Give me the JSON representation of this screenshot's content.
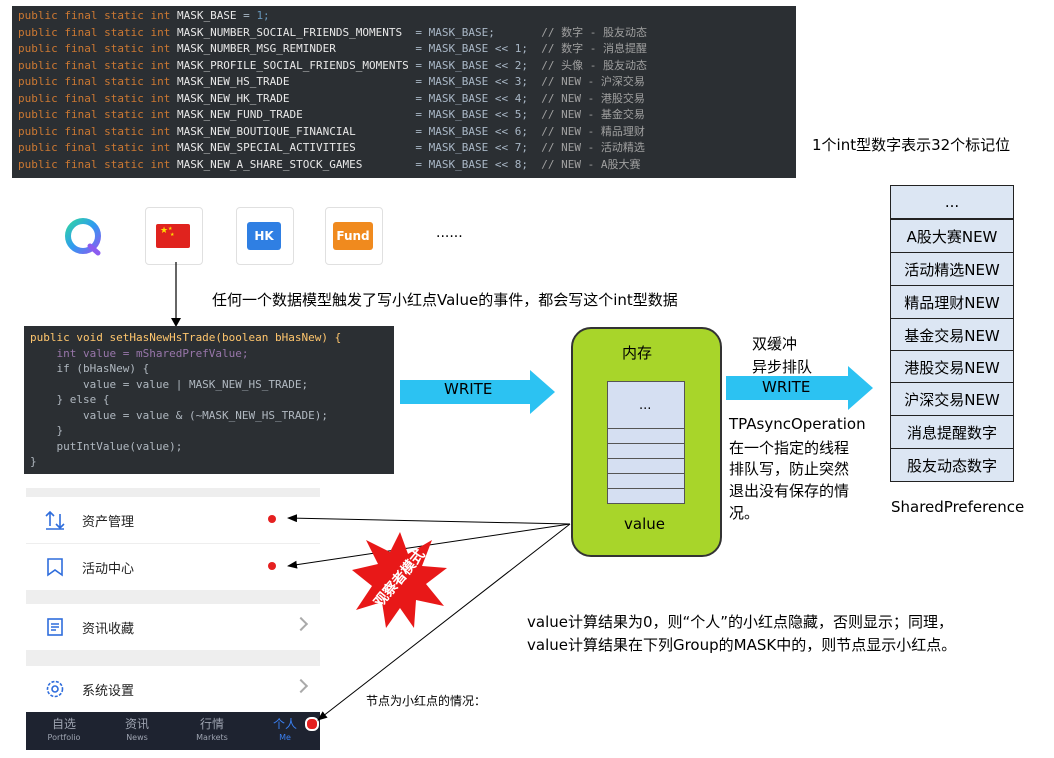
{
  "code_constants": [
    {
      "name": "MASK_BASE",
      "value": "1;",
      "comment": ""
    },
    {
      "name": "MASK_NUMBER_SOCIAL_FRIENDS_MOMENTS",
      "value": "MASK_BASE;",
      "comment": "// 数字 - 股友动态"
    },
    {
      "name": "MASK_NUMBER_MSG_REMINDER",
      "value": "MASK_BASE << 1;",
      "comment": "// 数字 - 消息提醒"
    },
    {
      "name": "MASK_PROFILE_SOCIAL_FRIENDS_MOMENTS",
      "value": "MASK_BASE << 2;",
      "comment": "// 头像 - 股友动态"
    },
    {
      "name": "MASK_NEW_HS_TRADE",
      "value": "MASK_BASE << 3;",
      "comment": "// NEW - 沪深交易"
    },
    {
      "name": "MASK_NEW_HK_TRADE",
      "value": "MASK_BASE << 4;",
      "comment": "// NEW - 港股交易"
    },
    {
      "name": "MASK_NEW_FUND_TRADE",
      "value": "MASK_BASE << 5;",
      "comment": "// NEW - 基金交易"
    },
    {
      "name": "MASK_NEW_BOUTIQUE_FINANCIAL",
      "value": "MASK_BASE << 6;",
      "comment": "// NEW - 精品理财"
    },
    {
      "name": "MASK_NEW_SPECIAL_ACTIVITIES",
      "value": "MASK_BASE << 7;",
      "comment": "// NEW - 活动精选"
    },
    {
      "name": "MASK_NEW_A_SHARE_STOCK_GAMES",
      "value": "MASK_BASE << 8;",
      "comment": "// NEW - A股大赛"
    }
  ],
  "code_prefix": "public final static int",
  "int_label": "1个int型数字表示32个标记位",
  "icons": {
    "hk": "HK",
    "fund": "Fund",
    "more": "......"
  },
  "trigger_text": "任何一个数据模型触发了写小红点Value的事件，都会写这个int型数据",
  "setter_code": [
    "public void setHasNewHsTrade(boolean bHasNew) {",
    "    int value = mSharedPrefValue;",
    "    if (bHasNew) {",
    "        value = value | MASK_NEW_HS_TRADE;",
    "    } else {",
    "        value = value & (~MASK_NEW_HS_TRADE);",
    "    }",
    "    putIntValue(value);",
    "}"
  ],
  "write1": "WRITE",
  "memory": {
    "title": "内存",
    "dots": "...",
    "value": "value"
  },
  "async": {
    "line1": "双缓冲",
    "line2": "异步排队",
    "write": "WRITE"
  },
  "tp": {
    "name": "TPAsyncOperation",
    "desc": [
      "在一个指定的线程",
      "排队写，防止突然",
      "退出没有保存的情",
      "况。"
    ]
  },
  "shared_pref": {
    "items": [
      "...",
      "A股大赛NEW",
      "活动精选NEW",
      "精品理财NEW",
      "基金交易NEW",
      "港股交易NEW",
      "沪深交易NEW",
      "消息提醒数字",
      "股友动态数字"
    ],
    "label": "SharedPreference"
  },
  "observer_label": "观察者模式",
  "value_note": [
    "value计算结果为0，则“个人”的小红点隐藏，否则显示；同理，",
    "value计算结果在下列Group的MASK中的，则节点显示小红点。"
  ],
  "node_note": "节点为小红点的情况：",
  "menu": [
    {
      "label": "资产管理"
    },
    {
      "label": "活动中心"
    },
    {
      "label": "资讯收藏"
    },
    {
      "label": "系统设置"
    }
  ],
  "tabs": [
    {
      "cn": "自选",
      "en": "Portfolio"
    },
    {
      "cn": "资讯",
      "en": "News"
    },
    {
      "cn": "行情",
      "en": "Markets"
    },
    {
      "cn": "个人",
      "en": "Me"
    }
  ],
  "colors": {
    "accent_arrow": "#2cc2f2",
    "memory_green": "#a8d52a",
    "sp_box": "#dce6f3",
    "red_dot": "#e52020",
    "tab_active": "#3a7ff0"
  }
}
